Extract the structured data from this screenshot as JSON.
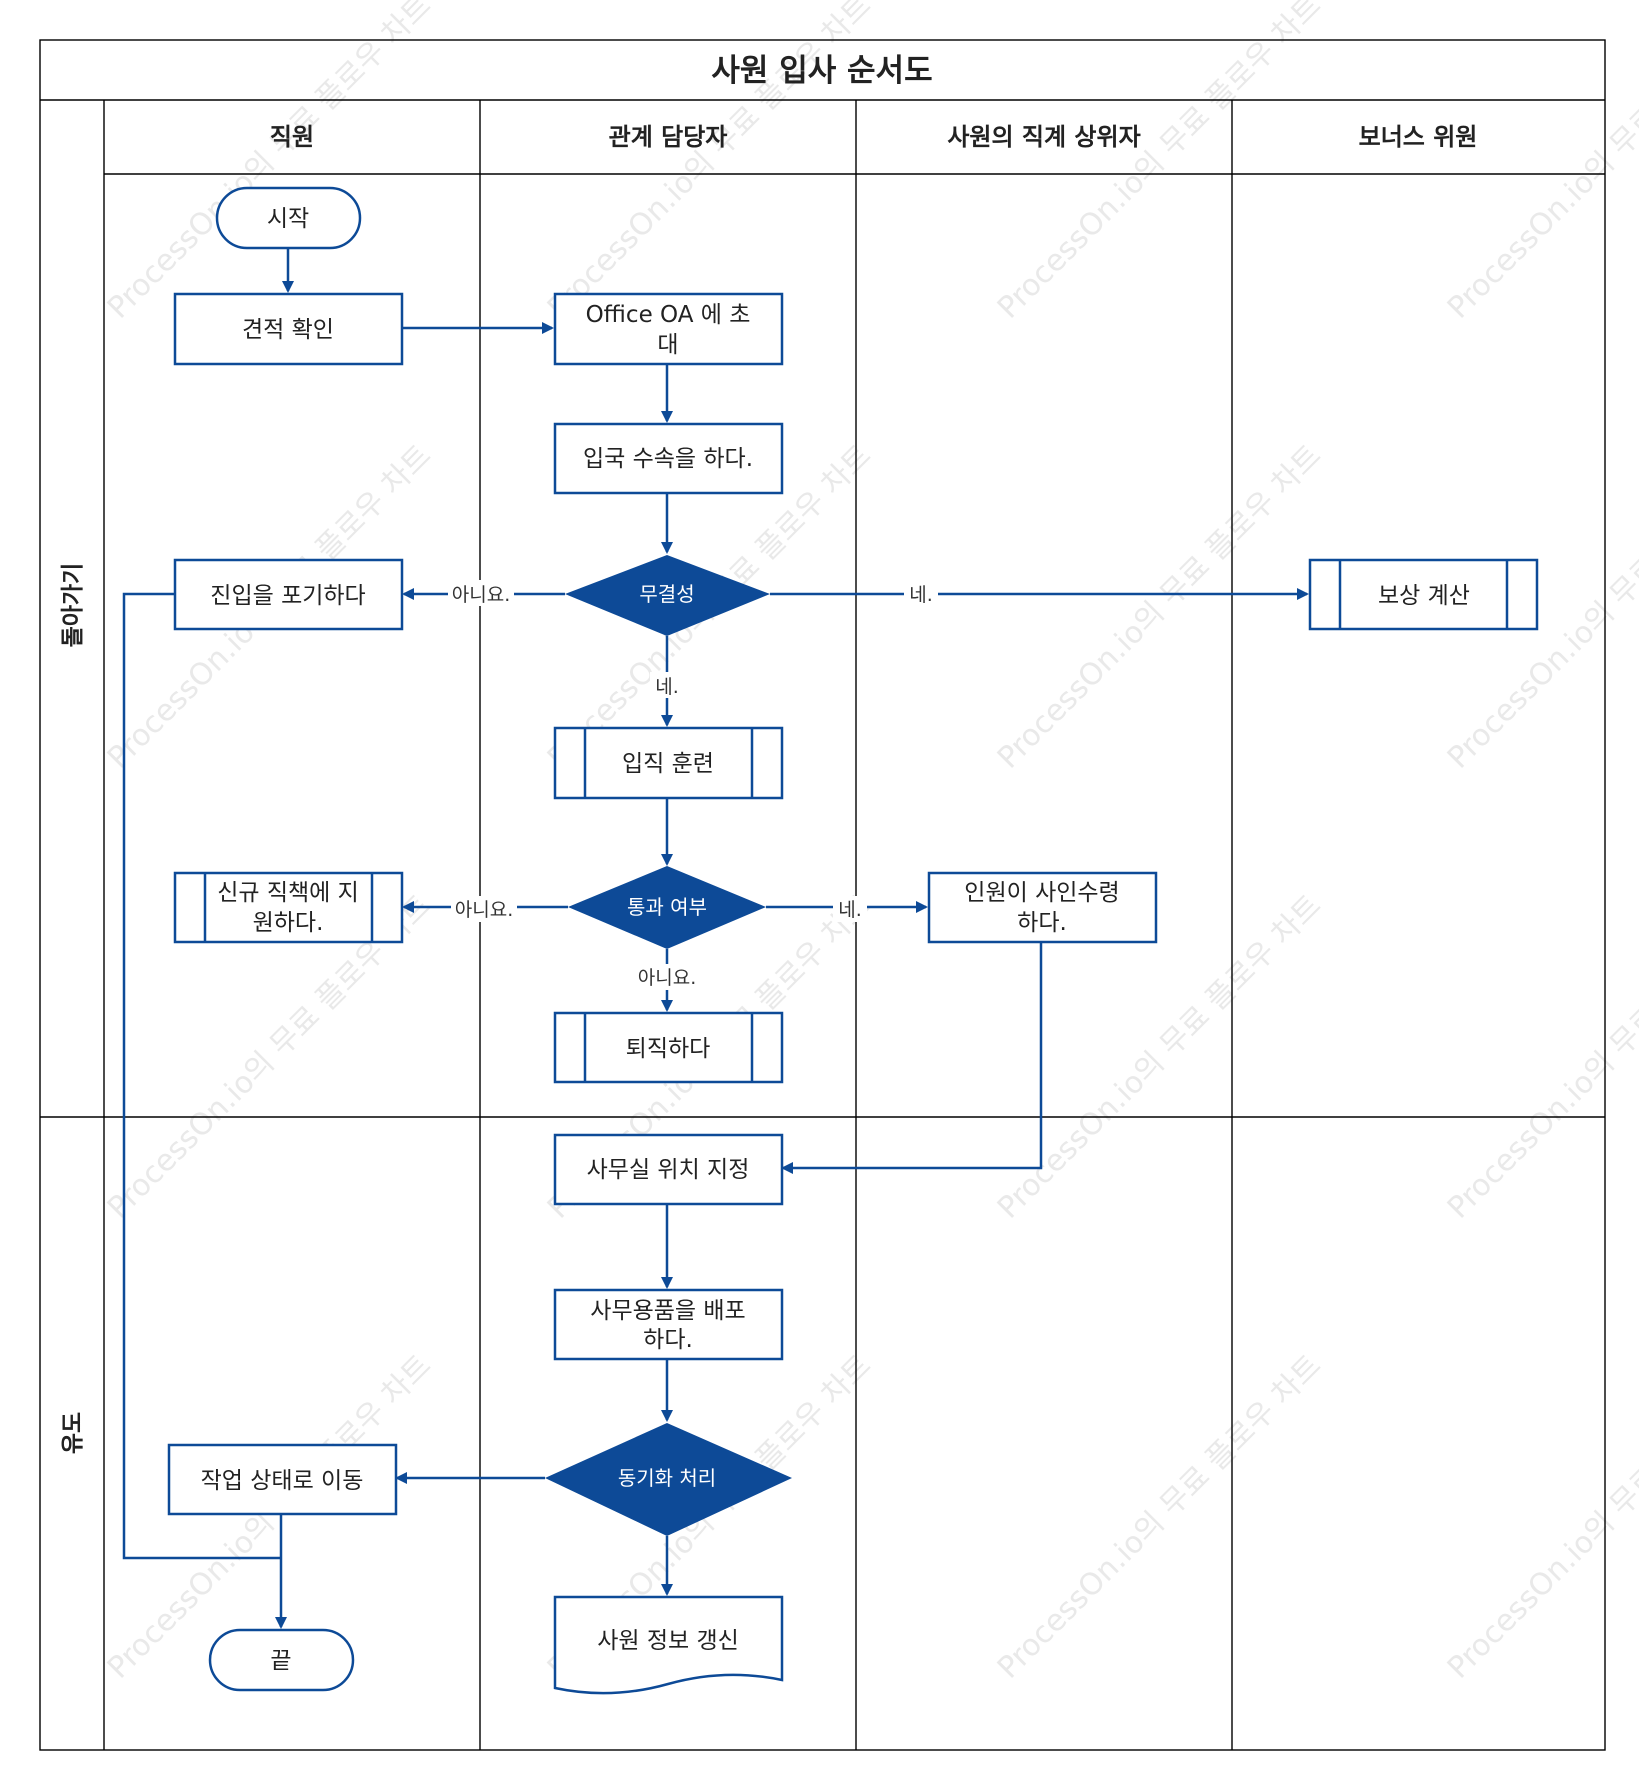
{
  "title": "사원 입사 순서도",
  "lanes": [
    "직원",
    "관계 담당자",
    "사원의 직계 상위자",
    "보너스 위원"
  ],
  "phases": [
    "돌아가기",
    "유도"
  ],
  "nodes": {
    "start": "시작",
    "confirm_quote": "견적 확인",
    "invite_oa_l1": "Office OA 에 초",
    "invite_oa_l2": "대",
    "entry_procedure": "입국 수속을 하다.",
    "integrity": "무결성",
    "give_up": "진입을 포기하다",
    "comp_calc": "보상 계산",
    "training": "입직 훈련",
    "pass_check": "통과 여부",
    "apply_new_l1": "신규 직책에 지",
    "apply_new_l2": "원하다.",
    "staff_signoff_l1": "인원이 사인수령",
    "staff_signoff_l2": "하다.",
    "resign": "퇴직하다",
    "office_location": "사무실 위치 지정",
    "distribute_l1": "사무용품을 배포",
    "distribute_l2": "하다.",
    "sync": "동기화 처리",
    "move_work": "작업 상태로 이동",
    "update_info": "사원 정보 갱신",
    "end": "끝"
  },
  "edge_labels": {
    "no_integrity": "아니요.",
    "yes_integrity_right": "네.",
    "yes_integrity_down": "네.",
    "no_pass_left": "아니요.",
    "yes_pass_right": "네.",
    "no_pass_down": "아니요."
  },
  "watermark": "ProcessOn.io의 무료 플로우 차트",
  "colors": {
    "accent": "#0d4a97",
    "border": "#000000",
    "text": "#222222"
  }
}
